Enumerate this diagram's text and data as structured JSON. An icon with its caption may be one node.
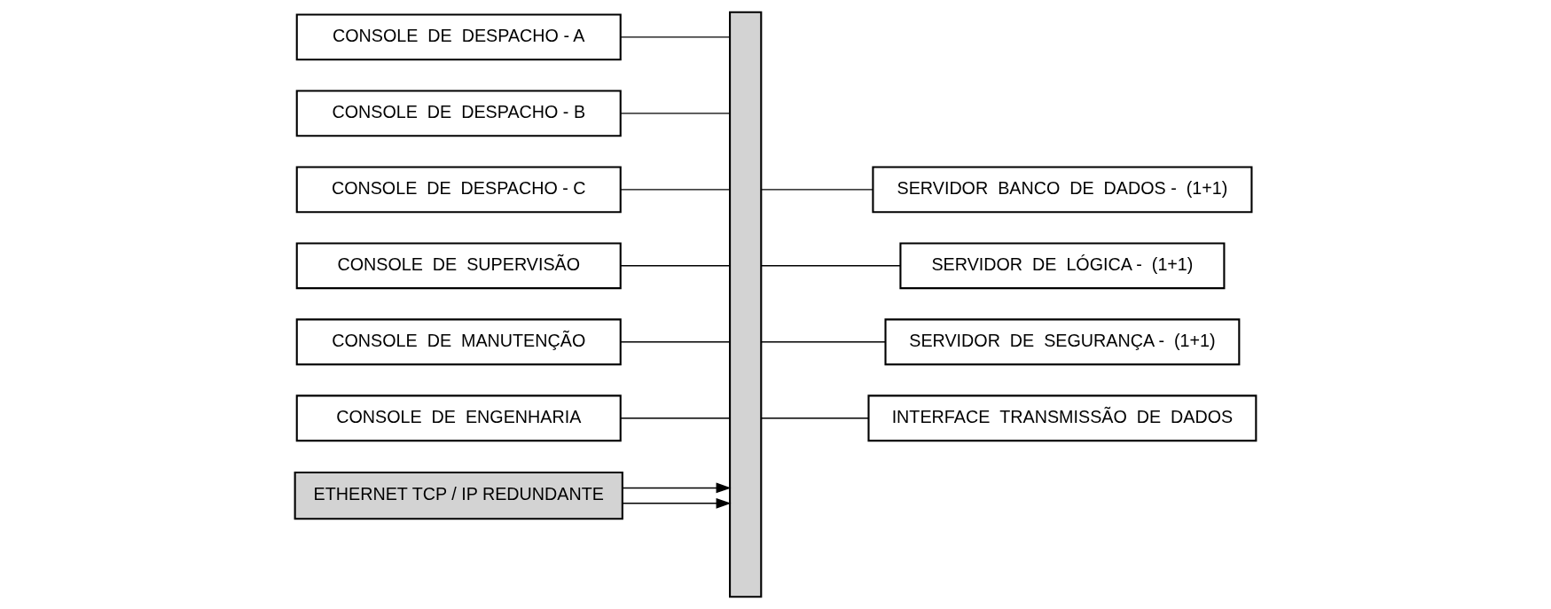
{
  "diagram": {
    "nodes": [
      {
        "text": [
          "CONSOLE  DE  DESPACHO - A"
        ]
      },
      {
        "text": [
          "CONSOLE  DE  DESPACHO - B"
        ]
      },
      {
        "text": [
          "CONSOLE  DE  DESPACHO - C"
        ]
      },
      {
        "text": [
          "CONSOLE  DE  SUPERVISÃO"
        ]
      },
      {
        "text": [
          "CONSOLE  DE  MANUTENÇÃO"
        ]
      },
      {
        "text": [
          "CONSOLE  DE  ENGENHARIA"
        ]
      },
      {
        "text": [],
        "shape": "bar"
      },
      {
        "text": [
          "ETHERNET TCP / IP REDUNDANTE"
        ]
      },
      {
        "text": [
          "SERVIDOR  BANCO  DE  DADOS -  (1+1)"
        ]
      },
      {
        "text": [
          "SERVIDOR  DE  LÓGICA -  (1+1)"
        ]
      },
      {
        "text": [
          "SERVIDOR  DE  SEGURANÇA -  (1+1)"
        ]
      },
      {
        "text": [
          "INTERFACE  TRANSMISSÃO  DE  DADOS"
        ]
      }
    ],
    "edges": [
      {
        "from": 0,
        "to": 6,
        "arrow": "none"
      },
      {
        "from": 1,
        "to": 6,
        "arrow": "none"
      },
      {
        "from": 2,
        "to": 6,
        "arrow": "none"
      },
      {
        "from": 3,
        "to": 6,
        "arrow": "none"
      },
      {
        "from": 4,
        "to": 6,
        "arrow": "none"
      },
      {
        "from": 5,
        "to": 6,
        "arrow": "none"
      },
      {
        "from": 7,
        "to": 6,
        "arrow": "to"
      },
      {
        "from": 7,
        "to": 6,
        "arrow": "to"
      },
      {
        "from": 6,
        "to": 8,
        "arrow": "none"
      },
      {
        "from": 6,
        "to": 9,
        "arrow": "none"
      },
      {
        "from": 6,
        "to": 10,
        "arrow": "none"
      },
      {
        "from": 6,
        "to": 11,
        "arrow": "none"
      }
    ]
  }
}
